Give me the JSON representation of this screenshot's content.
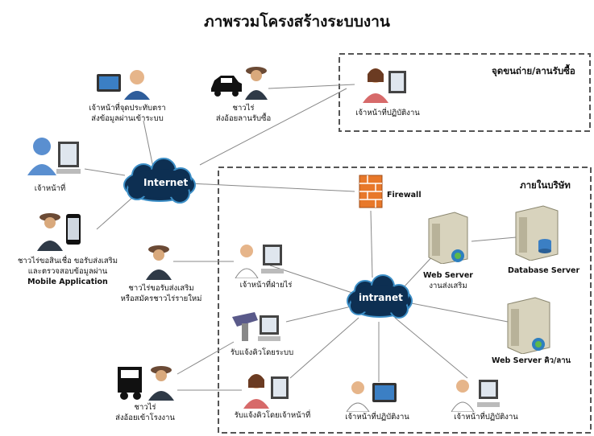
{
  "title": "ภาพรวมโครงสร้างระบบงาน",
  "zones": {
    "outside_point": "จุดขนถ่าย/ลานรับซื้อ",
    "company": "ภายในบริษัท"
  },
  "clouds": {
    "internet": "Internet",
    "intranet": "intranet"
  },
  "nodes": {
    "staff_point": [
      "เจ้าหน้าที่จุดประทับตรา",
      "ส่งข้อมูลผ่านเข้าระบบ"
    ],
    "farmer_deliver_yard": [
      "ชาวไร่",
      "ส่งอ้อยลานรับซื้อ"
    ],
    "operator_yard": "เจ้าหน้าที่ปฏิบัติงาน",
    "staff": "เจ้าหน้าที่",
    "farmer_mobile": [
      "ชาวไร่ขอสินเชื่อ ขอรับส่งเสริม",
      "และตรวจสอบข้อมูลผ่าน",
      "Mobile Application"
    ],
    "farmer_register": [
      "ชาวไร่ขอรับส่งเสริม",
      "หรือสมัครชาวไร่รายใหม่"
    ],
    "staff_farm": "เจ้าหน้าที่ฝ่ายไร่",
    "queue_system": "รับแจ้งคิวโดยระบบ",
    "queue_staff": "รับแจ้งคิวโดยเจ้าหน้าที่",
    "farmer_factory": [
      "ชาวไร่",
      "ส่งอ้อยเข้าโรงงาน"
    ],
    "operator_1": "เจ้าหน้าที่ปฏิบัติงาน",
    "operator_2": "เจ้าหน้าที่ปฏิบัติงาน",
    "firewall": "Firewall",
    "web_server_promo": [
      "Web Server",
      "งานส่งเสริม"
    ],
    "database_server": "Database Server",
    "web_server_queue": "Web Server คิว/ลาน"
  },
  "colors": {
    "cloud": "#0d2f52",
    "cloud_edge": "#3d8fc7",
    "firewall": "#e8782a",
    "monitor_screen": "#dfe6ee",
    "server": "#d8d3bd",
    "zone_border": "#555555",
    "link": "#888888"
  },
  "icons": [
    "person-icon",
    "monitor-icon",
    "truck-icon",
    "car-icon",
    "phone-icon",
    "tablet-icon",
    "server-icon",
    "firewall-icon",
    "cloud-icon",
    "scanner-icon"
  ]
}
